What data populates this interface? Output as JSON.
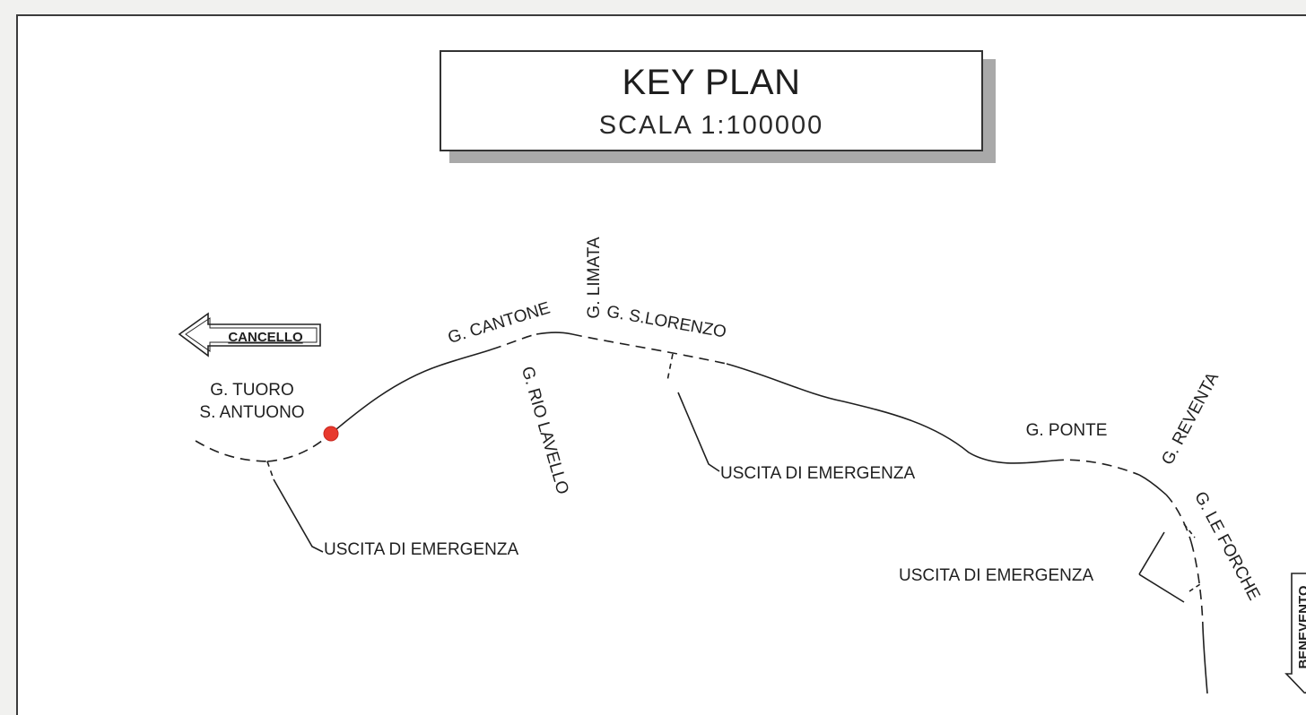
{
  "title": {
    "main": "KEY PLAN",
    "scale": "SCALA 1:100000"
  },
  "directions": {
    "west": "CANCELLO",
    "east": "BENEVENTO"
  },
  "tunnels": {
    "tuoro_line1": "G. TUORO",
    "tuoro_line2": "S. ANTUONO",
    "cantone": "G. CANTONE",
    "limata": "G. LIMATA",
    "s_lorenzo": "G. S.LORENZO",
    "rio_lavello": "G. RIO LAVELLO",
    "ponte": "G. PONTE",
    "reventa": "G. REVENTA",
    "le_forche": "G. LE FORCHE"
  },
  "emergency_exit_label": "USCITA DI EMERGENZA",
  "emergency_exits": [
    {
      "label": "USCITA DI EMERGENZA"
    },
    {
      "label": "USCITA DI EMERGENZA"
    },
    {
      "label": "USCITA DI EMERGENZA"
    }
  ],
  "location_marker": {
    "color": "#e8392d"
  },
  "colors": {
    "line": "#1f1f1f",
    "paper": "#ffffff",
    "marker": "#e8392d"
  }
}
